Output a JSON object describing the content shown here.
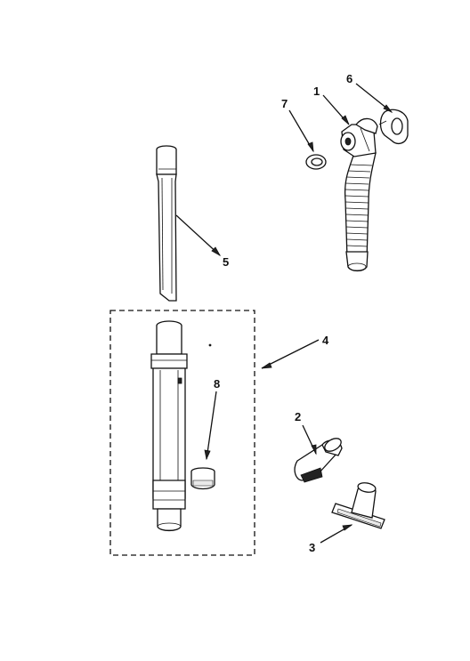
{
  "callouts": {
    "c1": "1",
    "c2": "2",
    "c3": "3",
    "c4": "4",
    "c5": "5",
    "c6": "6",
    "c7": "7",
    "c8": "8"
  },
  "parts": [
    {
      "id": "1",
      "icon": "hose-swivel-assembly-icon"
    },
    {
      "id": "2",
      "icon": "dusting-brush-icon"
    },
    {
      "id": "3",
      "icon": "upholstery-nozzle-icon"
    },
    {
      "id": "4",
      "icon": "extension-wand-kit-icon"
    },
    {
      "id": "5",
      "icon": "crevice-tool-icon"
    },
    {
      "id": "6",
      "icon": "clip-icon"
    },
    {
      "id": "7",
      "icon": "washer-icon"
    },
    {
      "id": "8",
      "icon": "band-icon"
    }
  ]
}
